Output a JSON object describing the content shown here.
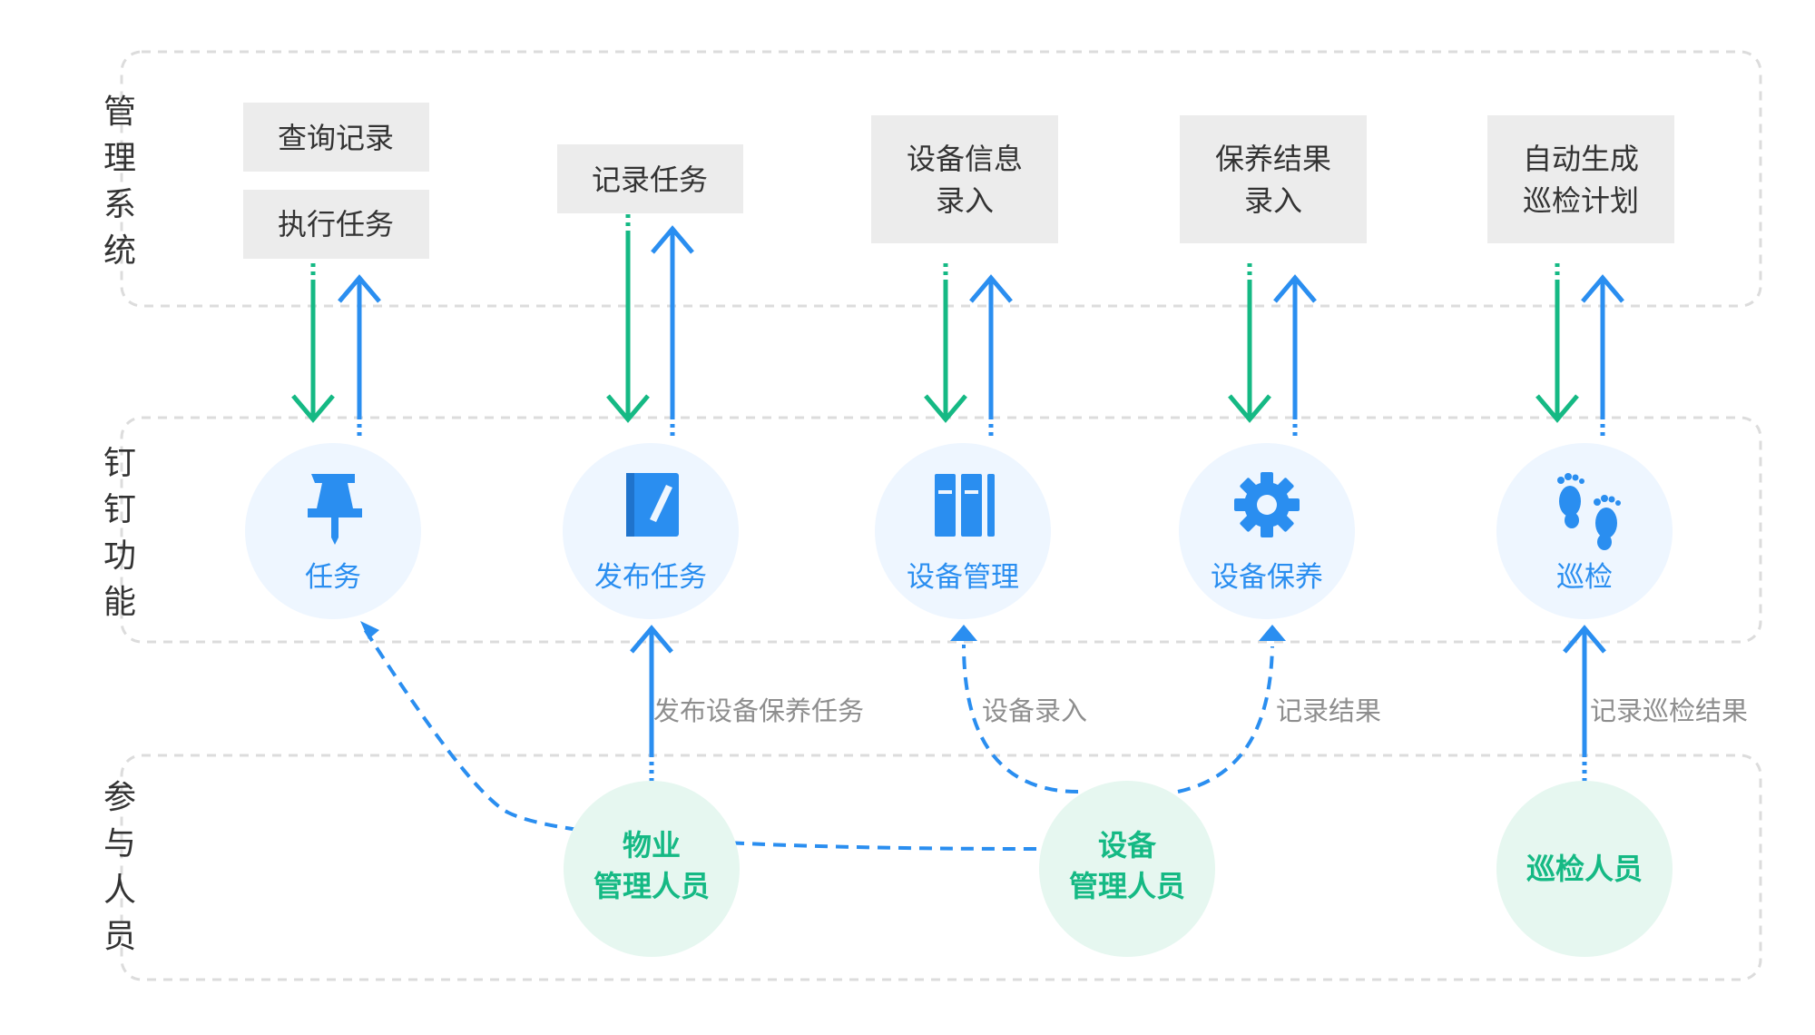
{
  "lanes": {
    "system": [
      "管",
      "理",
      "系",
      "统"
    ],
    "dingtalk": [
      "钉",
      "钉",
      "功",
      "能"
    ],
    "people": [
      "参",
      "与",
      "人",
      "员"
    ]
  },
  "system_boxes": {
    "query_record": "查询记录",
    "execute_task": "执行任务",
    "record_task": "记录任务",
    "device_info": [
      "设备信息",
      "录入"
    ],
    "maintenance_result": [
      "保养结果",
      "录入"
    ],
    "auto_plan": [
      "自动生成",
      "巡检计划"
    ]
  },
  "functions": {
    "task": {
      "label": "任务",
      "icon": "pin-icon"
    },
    "publish_task": {
      "label": "发布任务",
      "icon": "notebook-edit-icon"
    },
    "device_mgmt": {
      "label": "设备管理",
      "icon": "binders-icon"
    },
    "device_maint": {
      "label": "设备保养",
      "icon": "gear-icon"
    },
    "inspection": {
      "label": "巡检",
      "icon": "footprints-icon"
    }
  },
  "people": {
    "property_manager": [
      "物业",
      "管理人员"
    ],
    "device_manager": [
      "设备",
      "管理人员"
    ],
    "inspector": [
      "巡检人员"
    ]
  },
  "edge_labels": {
    "publish_maint_task": "发布设备保养任务",
    "device_entry": "设备录入",
    "record_result": "记录结果",
    "record_inspection": "记录巡检结果"
  },
  "colors": {
    "green": "#15b984",
    "blue": "#2a8ef0",
    "box_fill": "#ececec",
    "function_circle": "#eef6ff",
    "people_circle": "#e6f7f0",
    "dashed_border": "#dcdcdc"
  }
}
